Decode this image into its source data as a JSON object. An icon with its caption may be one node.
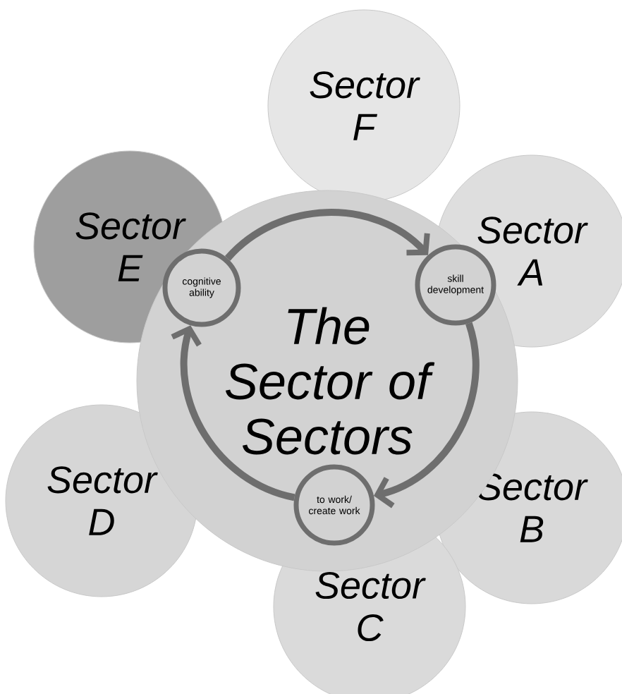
{
  "diagram": {
    "nodes": [
      {
        "text": [
          "Sector F"
        ]
      },
      {
        "text": [
          "Sector E"
        ]
      },
      {
        "text": [
          "Sector A"
        ]
      },
      {
        "text": [
          "The Sector of Sectors"
        ]
      },
      {
        "text": [
          "cognitive ability"
        ],
        "in": 3
      },
      {
        "text": [
          "skill development"
        ],
        "in": 3
      },
      {
        "text": [
          "Sector D"
        ]
      },
      {
        "text": [
          "Sector B"
        ]
      },
      {
        "text": [
          "to work/ create work"
        ],
        "in": 3
      },
      {
        "text": [
          "Sector C"
        ]
      }
    ],
    "edges": [
      {
        "from": 4,
        "to": 5,
        "arrow": "to"
      },
      {
        "from": 5,
        "to": 8,
        "arrow": "to"
      },
      {
        "from": 8,
        "to": 4,
        "arrow": "to"
      }
    ]
  }
}
